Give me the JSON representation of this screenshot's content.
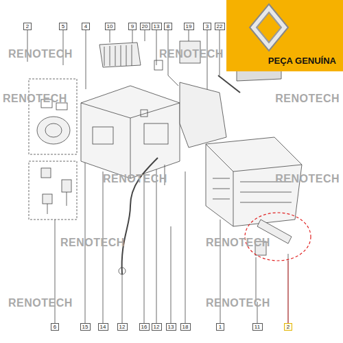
{
  "diagram": {
    "nodes": [
      {
        "text": [
          "2"
        ]
      },
      {
        "text": [
          "5"
        ]
      },
      {
        "text": [
          "4"
        ]
      },
      {
        "text": [
          "10"
        ]
      },
      {
        "text": [
          "9"
        ]
      },
      {
        "text": [
          "20"
        ]
      },
      {
        "text": [
          "13"
        ]
      },
      {
        "text": [
          "8"
        ]
      },
      {
        "text": [
          "19"
        ]
      },
      {
        "text": [
          "3"
        ]
      },
      {
        "text": [
          "22"
        ]
      },
      {
        "text": [
          "PEÇA GENUÍNA"
        ]
      },
      {
        "text": [
          "6"
        ]
      },
      {
        "text": [
          "15"
        ]
      },
      {
        "text": [
          "14"
        ]
      },
      {
        "text": [
          "12"
        ]
      },
      {
        "text": [
          "16"
        ]
      },
      {
        "text": [
          "12"
        ]
      },
      {
        "text": [
          "13"
        ]
      },
      {
        "text": [
          "18"
        ]
      },
      {
        "text": [
          "1"
        ]
      },
      {
        "text": [
          "11"
        ]
      },
      {
        "text": [
          "2"
        ]
      }
    ],
    "labels": [
      "RENOTECH",
      "RENOTECH",
      "RENOTECH",
      "RENOTECH",
      "RENOTECH",
      "RENOTECH",
      "RENOTECH",
      "RENOTECH",
      "RENOTECH",
      "RENOTECH"
    ]
  }
}
